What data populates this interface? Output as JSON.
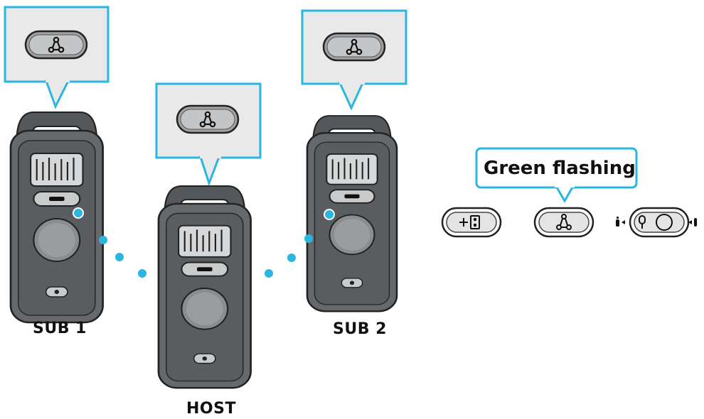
{
  "labels": {
    "sub1": "SUB 1",
    "host": "HOST",
    "sub2": "SUB 2"
  },
  "callout": {
    "status": "Green flashing"
  },
  "icons": {
    "party_button": "party-link-icon",
    "add_button": "add-source-icon",
    "mic_knob": "mic-volume-icon"
  },
  "colors": {
    "accent": "#2bb6e0",
    "callout_fill": "#e9e9e9",
    "speaker_body": "#606264",
    "speaker_dark": "#2f3133"
  }
}
